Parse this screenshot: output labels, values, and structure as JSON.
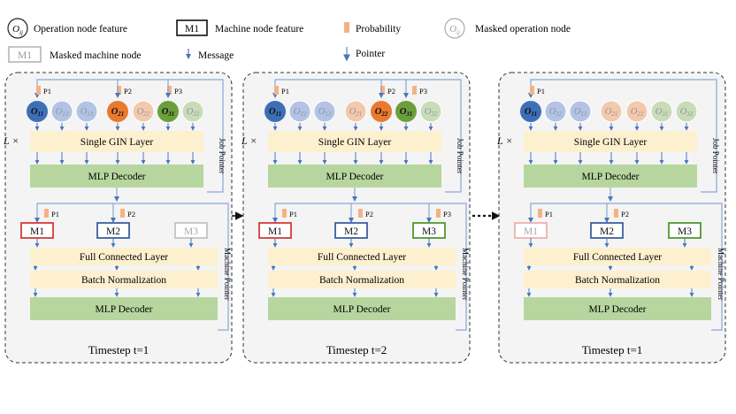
{
  "legend": {
    "operation_node_feature": "Operation node feature",
    "machine_node_feature": "Machine node feature",
    "machine_symbol": "M1",
    "probability": "Probability",
    "masked_operation_node": "Masked operation node",
    "masked_machine_node": "Masked machine node",
    "message": "Message",
    "pointer": "Pointer",
    "op_symbol_main": "O",
    "op_symbol_sub": "ij"
  },
  "labels": {
    "repeat": "L ×",
    "gin_layer": "Single GIN Layer",
    "mlp_decoder": "MLP Decoder",
    "job_pointer": "Job Pointer",
    "machine_pointer": "Machine Pointer",
    "fc_layer": "Full Connected Layer",
    "batch_norm": "Batch Normalization"
  },
  "panels": [
    {
      "timestep": "Timestep t=1",
      "ops": [
        {
          "main": "O",
          "sub": "11",
          "state": "active",
          "color": "#3d6fb7"
        },
        {
          "main": "O",
          "sub": "12",
          "state": "masked",
          "color": "#b3c3e3"
        },
        {
          "main": "O",
          "sub": "13",
          "state": "masked",
          "color": "#b3c3e3"
        },
        {
          "main": "O",
          "sub": "21",
          "state": "active",
          "color": "#e8792f"
        },
        {
          "main": "O",
          "sub": "22",
          "state": "masked",
          "color": "#f3c9ab"
        },
        {
          "main": "O",
          "sub": "31",
          "state": "active",
          "color": "#6b9f3b"
        },
        {
          "main": "O",
          "sub": "32",
          "state": "masked",
          "color": "#c9dcb5"
        }
      ],
      "job_probs": [
        "P1",
        "P2",
        "P3"
      ],
      "machines": [
        {
          "label": "M1",
          "state": "selected",
          "color": "#d63a3a"
        },
        {
          "label": "M2",
          "state": "active",
          "color": "#3d5fa0"
        },
        {
          "label": "M3",
          "state": "masked",
          "color": "#c4c4c4"
        }
      ],
      "machine_probs": [
        "P1",
        "P2"
      ]
    },
    {
      "timestep": "Timestep t=2",
      "ops": [
        {
          "main": "O",
          "sub": "11",
          "state": "active",
          "color": "#3d6fb7"
        },
        {
          "main": "O",
          "sub": "12",
          "state": "masked",
          "color": "#b3c3e3"
        },
        {
          "main": "O",
          "sub": "13",
          "state": "masked",
          "color": "#b3c3e3"
        },
        {
          "main": "O",
          "sub": "21",
          "state": "masked",
          "color": "#f3c9ab"
        },
        {
          "main": "O",
          "sub": "22",
          "state": "active",
          "color": "#e8792f"
        },
        {
          "main": "O",
          "sub": "31",
          "state": "active",
          "color": "#6b9f3b"
        },
        {
          "main": "O",
          "sub": "32",
          "state": "masked",
          "color": "#c9dcb5"
        }
      ],
      "job_probs": [
        "P1",
        "P2",
        "P3"
      ],
      "machines": [
        {
          "label": "M1",
          "state": "selected",
          "color": "#d63a3a"
        },
        {
          "label": "M2",
          "state": "active",
          "color": "#3d5fa0"
        },
        {
          "label": "M3",
          "state": "active",
          "color": "#4e9a2e"
        }
      ],
      "machine_probs": [
        "P1",
        "P2",
        "P3"
      ]
    },
    {
      "timestep": "Timestep t=1",
      "ops": [
        {
          "main": "O",
          "sub": "11",
          "state": "active",
          "color": "#3d6fb7"
        },
        {
          "main": "O",
          "sub": "12",
          "state": "masked",
          "color": "#b3c3e3"
        },
        {
          "main": "O",
          "sub": "13",
          "state": "masked",
          "color": "#b3c3e3"
        },
        {
          "main": "O",
          "sub": "21",
          "state": "masked",
          "color": "#f3c9ab"
        },
        {
          "main": "O",
          "sub": "22",
          "state": "masked",
          "color": "#f3c9ab"
        },
        {
          "main": "O",
          "sub": "31",
          "state": "masked",
          "color": "#c9dcb5"
        },
        {
          "main": "O",
          "sub": "32",
          "state": "masked",
          "color": "#c9dcb5"
        }
      ],
      "job_probs": [
        "P1"
      ],
      "machines": [
        {
          "label": "M1",
          "state": "masked",
          "color": "#efb0b0"
        },
        {
          "label": "M2",
          "state": "active",
          "color": "#3d5fa0"
        },
        {
          "label": "M3",
          "state": "active",
          "color": "#4e9a2e"
        }
      ],
      "machine_probs": [
        "P1",
        "P2"
      ]
    }
  ],
  "colors": {
    "panel_bg": "#f4f4f4",
    "gin_fill": "#fdf0cf",
    "mlp_fill": "#b7d69f",
    "fc_fill": "#fdf0cf",
    "prob_bar": "#f4b283",
    "arrow": "#4a74c0",
    "pointer_line": "#8aa6d6"
  }
}
